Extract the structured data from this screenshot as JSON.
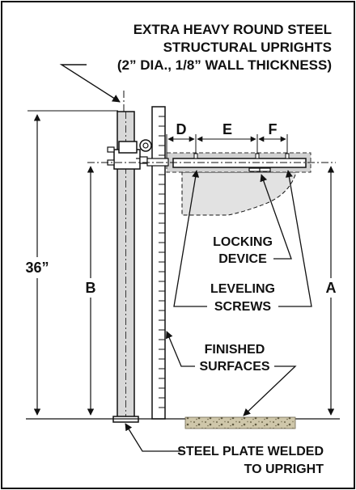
{
  "title": {
    "line1": "EXTRA HEAVY ROUND STEEL",
    "line2": "STRUCTURAL UPRIGHTS",
    "line3": "(2” DIA., 1/8” WALL THICKNESS)"
  },
  "dimensions": {
    "height": "36”",
    "b": "B",
    "a": "A",
    "d": "D",
    "e": "E",
    "f": "F"
  },
  "callouts": {
    "locking_line1": "LOCKING",
    "locking_line2": "DEVICE",
    "leveling_line1": "LEVELING",
    "leveling_line2": "SCREWS",
    "finished_line1": "FINISHED",
    "finished_line2": "SURFACES",
    "plate_line1": "STEEL PLATE WELDED",
    "plate_line2": "TO UPRIGHT"
  },
  "colors": {
    "line": "#111111",
    "upright_fill": "#d8d8d8",
    "shelf_fill": "#cfcfcf",
    "shadow_fill": "#e2e2e2",
    "surface_fill": "#c9c2a8"
  }
}
